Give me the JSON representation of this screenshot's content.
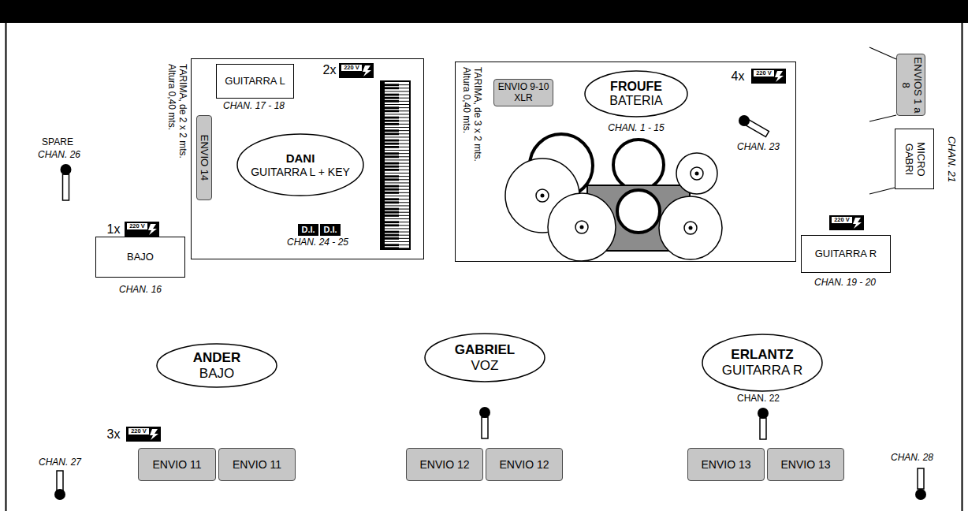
{
  "diagram": {
    "nodes": [
      {
        "text": [
          "TARIMA, de 2 x 2 mts. Altura 0,40 mts."
        ]
      },
      {
        "text": [
          "GUITARRA L"
        ],
        "in": 0
      },
      {
        "text": [
          "ENVIO 14"
        ],
        "in": 0
      },
      {
        "text": [
          "DANI",
          "GUITARRA L + KEY"
        ],
        "in": 0
      },
      {
        "text": [
          "D.I."
        ],
        "in": 0
      },
      {
        "text": [
          "D.I."
        ],
        "in": 0
      },
      {
        "text": [
          "TARIMA, de 3 x 2 mts. Altura 0,40 mts."
        ]
      },
      {
        "text": [
          "ENVIO 9-10 XLR"
        ],
        "in": 6
      },
      {
        "text": [
          "FROUFE",
          "BATERIA"
        ],
        "in": 6
      },
      {
        "text": [
          "ENVIOS 1 a 8"
        ]
      },
      {
        "text": [
          "MICRO GABRI"
        ]
      },
      {
        "text": [
          "BAJO"
        ]
      },
      {
        "text": [
          "GUITARRA R"
        ]
      },
      {
        "text": [
          "ANDER",
          "BAJO"
        ]
      },
      {
        "text": [
          "GABRIEL",
          "VOZ"
        ]
      },
      {
        "text": [
          "ERLANTZ",
          "GUITARRA R"
        ]
      },
      {
        "text": [
          "ENVIO 11"
        ]
      },
      {
        "text": [
          "ENVIO 11"
        ]
      },
      {
        "text": [
          "ENVIO 12"
        ]
      },
      {
        "text": [
          "ENVIO 12"
        ]
      },
      {
        "text": [
          "ENVIO 13"
        ]
      },
      {
        "text": [
          "ENVIO 13"
        ]
      }
    ],
    "labels": [
      "2x",
      "220 V",
      "CHAN. 17 - 18",
      "CHAN. 24 - 25",
      "4x",
      "220 V",
      "CHAN. 1 - 15",
      "CHAN. 23",
      "CHAN. 21",
      "SPARE",
      "CHAN. 26",
      "1x",
      "220 V",
      "CHAN. 16",
      "220 V",
      "CHAN. 19 - 20",
      "CHAN. 22",
      "3x",
      "220 V",
      "CHAN. 27",
      "CHAN. 28"
    ]
  }
}
